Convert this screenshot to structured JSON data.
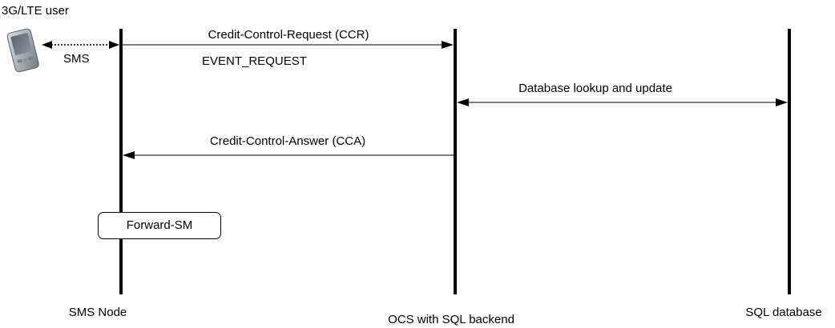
{
  "user": {
    "title": "3G/LTE user",
    "link_label": "SMS",
    "icon": "pda-phone-icon"
  },
  "messages": {
    "ccr_label": "Credit-Control-Request (CCR)",
    "ccr_type": "EVENT_REQUEST",
    "db_label": "Database lookup and update",
    "cca_label": "Credit-Control-Answer (CCA)"
  },
  "action_box": {
    "label": "Forward-SM"
  },
  "lifelines": {
    "sms_node": "SMS Node",
    "ocs": "OCS with SQL backend",
    "sql_db": "SQL database"
  }
}
